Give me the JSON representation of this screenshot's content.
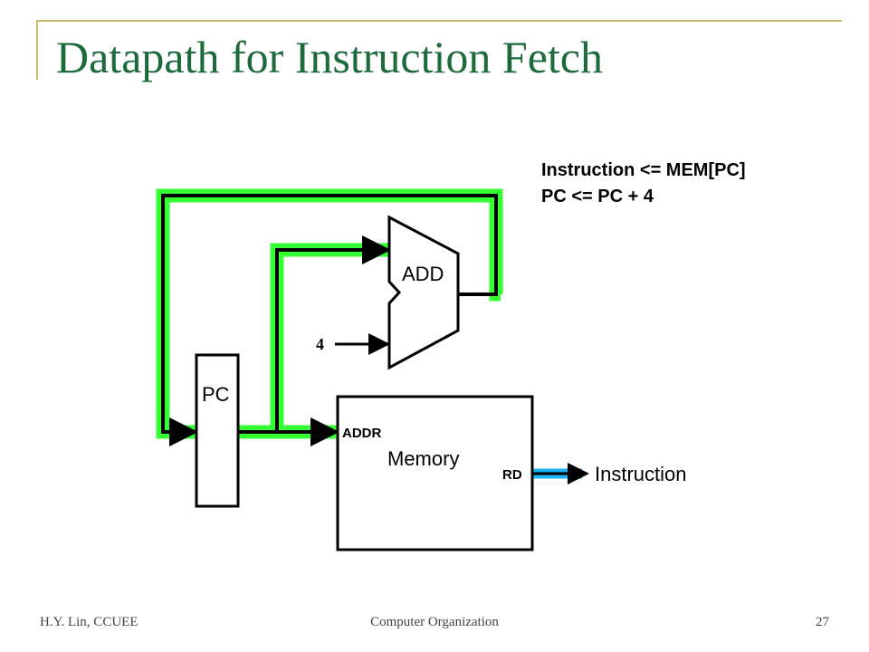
{
  "slide": {
    "title": "Datapath for Instruction Fetch",
    "equations": [
      "Instruction <= MEM[PC]",
      "PC <= PC + 4"
    ]
  },
  "diagram": {
    "adder_label": "ADD",
    "constant_label": "4",
    "pc_label": "PC",
    "memory_label": "Memory",
    "addr_port_label": "ADDR",
    "rd_port_label": "RD",
    "output_label": "Instruction",
    "highlight_color": "#33ff33",
    "output_highlight_color": "#1ab2f0"
  },
  "footer": {
    "author": "H.Y. Lin, CCUEE",
    "course": "Computer Organization",
    "page": "27"
  }
}
